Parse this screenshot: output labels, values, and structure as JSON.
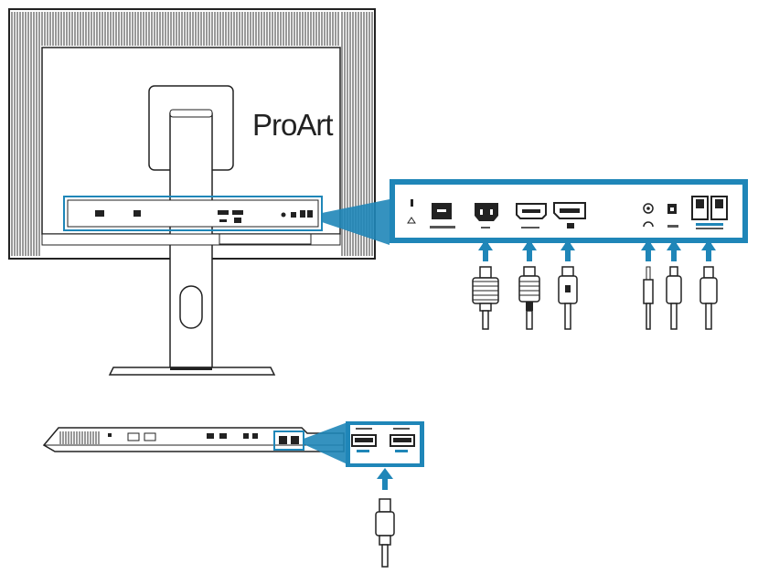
{
  "diagram": {
    "brand": "ProArt",
    "accent_color": "#1f86b8",
    "rear_ports_zoom": {
      "ports": [
        {
          "name": "kensington-lock",
          "icon": "lock-icon"
        },
        {
          "name": "dc-power-in",
          "icon": "power-socket-icon"
        },
        {
          "name": "ac-power-in",
          "icon": "ac-socket-icon"
        },
        {
          "name": "hdmi-in",
          "icon": "hdmi-port-icon"
        },
        {
          "name": "displayport-in",
          "icon": "displayport-icon"
        },
        {
          "name": "earphone-jack",
          "icon": "headphone-icon"
        },
        {
          "name": "usb-upstream",
          "icon": "usb-b-icon"
        },
        {
          "name": "usb-downstream",
          "icon": "usb-a-icon"
        }
      ],
      "cables": [
        "ac-power-cable",
        "hdmi-cable",
        "displayport-cable",
        "audio-cable",
        "usb-b-cable",
        "usb-a-cable"
      ]
    },
    "side_ports_zoom": {
      "ports": [
        {
          "name": "usb-a-left",
          "icon": "usb-a-icon"
        },
        {
          "name": "usb-a-right",
          "icon": "usb-a-icon"
        }
      ],
      "cables": [
        "usb-a-cable"
      ]
    }
  }
}
